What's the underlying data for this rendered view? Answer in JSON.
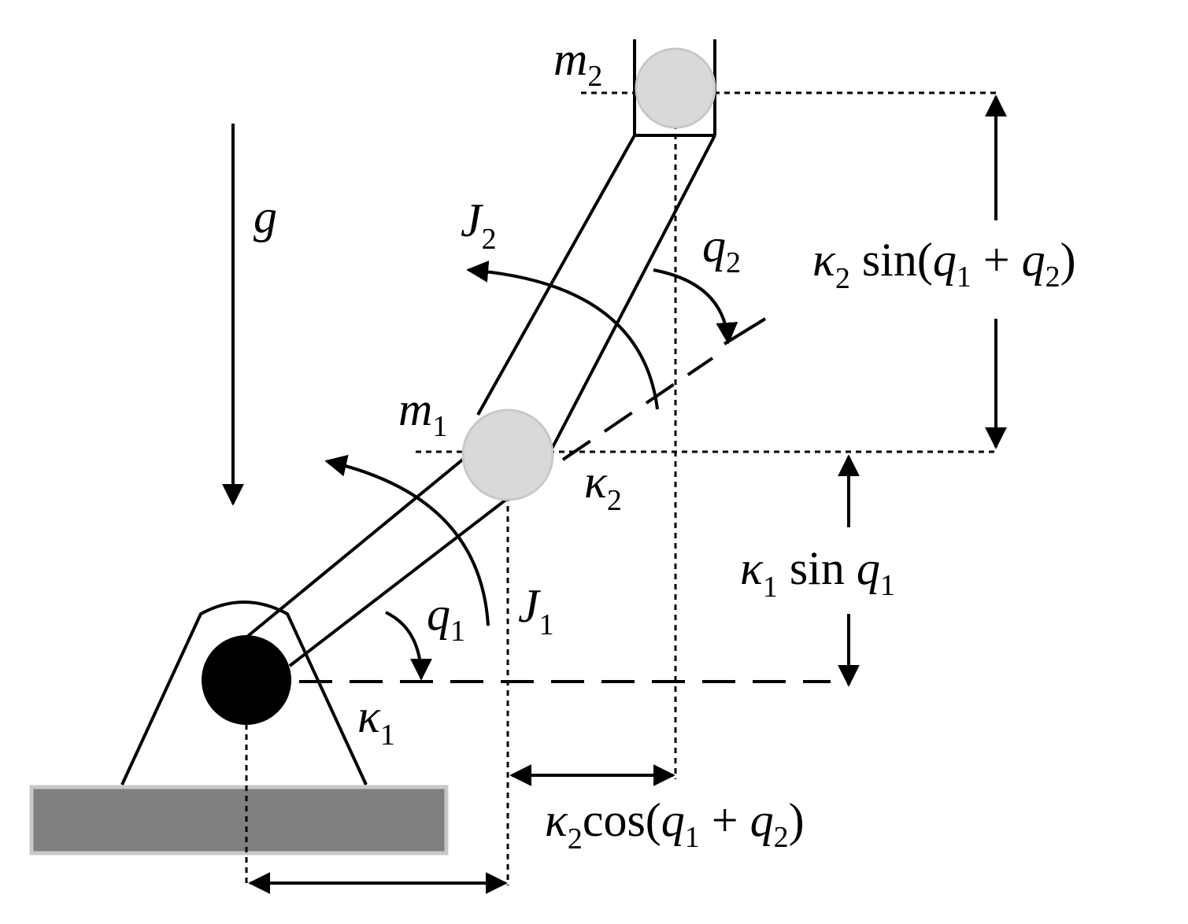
{
  "labels": {
    "gravity": "g",
    "m1": "m",
    "m1_sub": "1",
    "m2": "m",
    "m2_sub": "2",
    "J1": "J",
    "J1_sub": "1",
    "J2": "J",
    "J2_sub": "2",
    "q1": "q",
    "q1_sub": "1",
    "q2": "q",
    "q2_sub": "2",
    "kappa1": "κ",
    "kappa1_sub": "1",
    "kappa2": "κ",
    "kappa2_sub": "2"
  },
  "dimensions": {
    "k2_sin": {
      "kappa": "κ",
      "kappa_sub": "2",
      "func": " sin(",
      "q_a": "q",
      "q_a_sub": "1",
      "op": " + ",
      "q_b": "q",
      "q_b_sub": "2",
      "close": ")"
    },
    "k1_sin": {
      "kappa": "κ",
      "kappa_sub": "1",
      "func": " sin ",
      "q": "q",
      "q_sub": "1"
    },
    "k2_cos": {
      "kappa": "κ",
      "kappa_sub": "2",
      "func": "cos(",
      "q_a": "q",
      "q_a_sub": "1",
      "op": " + ",
      "q_b": "q",
      "q_b_sub": "2",
      "close": ")"
    }
  },
  "colors": {
    "line": "#000000",
    "mass_fill": "#d9d9d9",
    "mass_stroke": "#c8c8c8",
    "ground_fill": "#808080",
    "ground_stroke": "#c8c8c8",
    "joint_fill": "#000000"
  }
}
